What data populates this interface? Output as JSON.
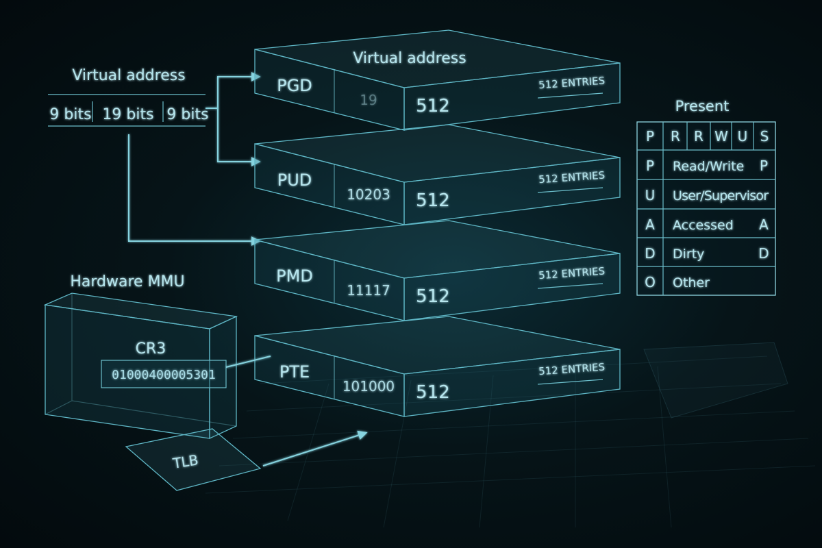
{
  "left_panel": {
    "title": "Virtual address",
    "fields": [
      "9 bits",
      "19 bits",
      "9 bits"
    ]
  },
  "stack": {
    "title": "Virtual address",
    "levels": [
      {
        "name": "PGD",
        "count": "512",
        "entries": "512 ENTRIES",
        "index": "19"
      },
      {
        "name": "PUD",
        "count": "512",
        "entries": "512 ENTRIES",
        "index": "10203"
      },
      {
        "name": "PMD",
        "count": "512",
        "entries": "512 ENTRIES",
        "index": "11117"
      },
      {
        "name": "PTE",
        "count": "512",
        "entries": "512 ENTRIES",
        "index": "101000"
      }
    ]
  },
  "mmu": {
    "title": "Hardware MMU",
    "register_label": "CR3",
    "register_value": "01000400005301",
    "tlb_label": "TLB"
  },
  "flags_table": {
    "title": "Present",
    "header": [
      "P",
      "R",
      "R",
      "W",
      "U",
      "S"
    ],
    "rows": [
      {
        "code": "P",
        "label": "Read/Write",
        "suffix": "P"
      },
      {
        "code": "U",
        "label": "User/Supervisor",
        "suffix": ""
      },
      {
        "code": "A",
        "label": "Accessed",
        "suffix": "A"
      },
      {
        "code": "D",
        "label": "Dirty",
        "suffix": "D"
      },
      {
        "code": "O",
        "label": "Other",
        "suffix": ""
      }
    ]
  },
  "colors": {
    "accent": "#86d3df",
    "background": "#061418"
  }
}
